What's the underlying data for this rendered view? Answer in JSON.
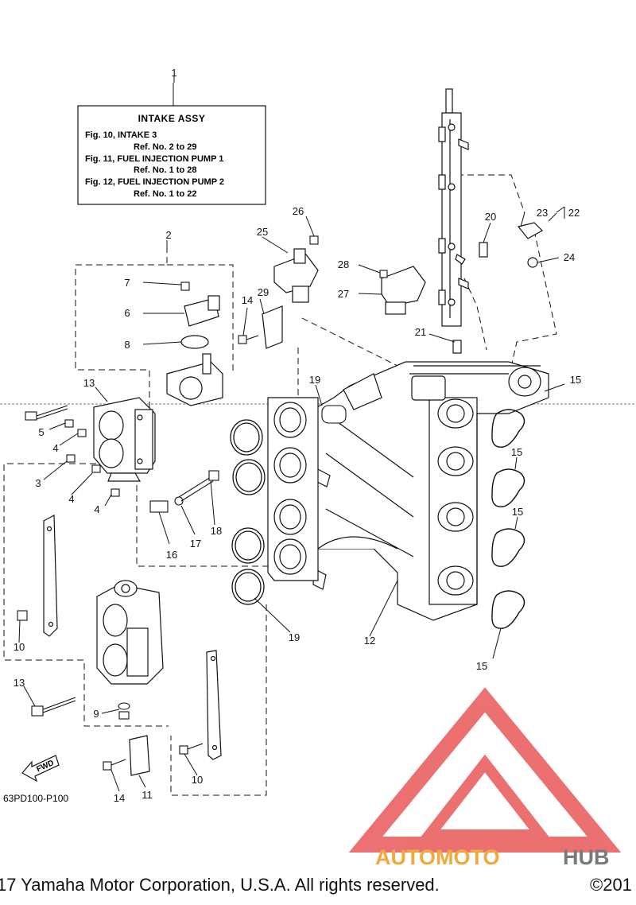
{
  "info_box": {
    "title": "INTAKE ASSY",
    "lines": [
      "Fig. 10, INTAKE 3",
      "Ref. No. 2 to 29",
      "Fig. 11, FUEL INJECTION PUMP 1",
      "Ref. No. 1 to 28",
      "Fig. 12, FUEL INJECTION PUMP 2",
      "Ref. No. 1 to 22"
    ]
  },
  "callouts": {
    "c1": "1",
    "c2": "2",
    "c3": "3",
    "c4a": "4",
    "c4b": "4",
    "c4c": "4",
    "c5": "5",
    "c6": "6",
    "c7": "7",
    "c8": "8",
    "c9": "9",
    "c10a": "10",
    "c10b": "10",
    "c11": "11",
    "c12": "12",
    "c13a": "13",
    "c13b": "13",
    "c14a": "14",
    "c14b": "14",
    "c15a": "15",
    "c15b": "15",
    "c15c": "15",
    "c15d": "15",
    "c16": "16",
    "c17": "17",
    "c18": "18",
    "c19a": "19",
    "c19b": "19",
    "c20": "20",
    "c21": "21",
    "c22": "22",
    "c23": "23",
    "c24": "24",
    "c25": "25",
    "c26": "26",
    "c27": "27",
    "c28": "28",
    "c29": "29"
  },
  "fwd_label": "FWD",
  "drawing_code": "63PD100-P100",
  "watermark": {
    "part_a": "AUTOMOTO",
    "part_b": "HUB",
    "logo_color": "#e8484a"
  },
  "copyright": {
    "left": "17 Yamaha Motor Corporation, U.S.A. All rights reserved.",
    "right": "©201"
  }
}
